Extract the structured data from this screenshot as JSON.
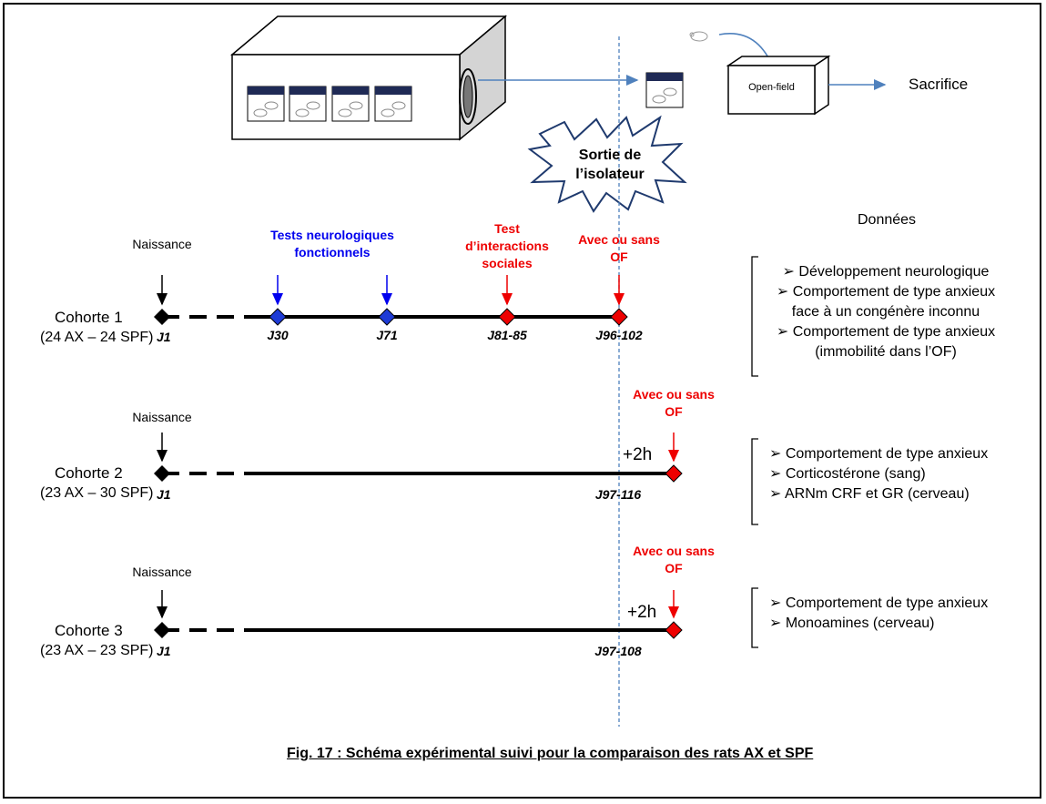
{
  "top": {
    "open_field_label": "Open-field",
    "sacrifice_label": "Sacrifice",
    "isolator_exit": [
      "Sortie de",
      "l’isolateur"
    ]
  },
  "data_header": "Données",
  "cohorts": [
    {
      "birth_label": "Naissance",
      "name": "Cohorte 1",
      "groups": "(24 AX – 24 SPF)",
      "start_day": "J1",
      "events": [
        {
          "label": [
            "Tests neurologiques",
            "fonctionnels"
          ],
          "color": "blue"
        },
        {
          "label": [
            "Test",
            "d’interactions",
            "sociales"
          ],
          "color": "red"
        },
        {
          "label": [
            "Avec ou sans",
            "OF"
          ],
          "color": "red"
        }
      ],
      "days": [
        "J30",
        "J71",
        "J81-85",
        "J96-102"
      ],
      "data": [
        "➢ Développement neurologique",
        "➢ Comportement de type anxieux",
        "face à un congénère inconnu",
        "➢ Comportement de type anxieux",
        "(immobilité dans l’OF)"
      ]
    },
    {
      "birth_label": "Naissance",
      "name": "Cohorte 2",
      "groups": "(23 AX – 30 SPF)",
      "start_day": "J1",
      "event_label": [
        "Avec ou sans",
        "OF"
      ],
      "offset": "+2h",
      "end_day": "J97-116",
      "data": [
        "➢ Comportement de type anxieux",
        "➢ Corticostérone (sang)",
        "➢ ARNm CRF et GR (cerveau)"
      ]
    },
    {
      "birth_label": "Naissance",
      "name": "Cohorte 3",
      "groups": "(23 AX – 23 SPF)",
      "start_day": "J1",
      "event_label": [
        "Avec ou sans",
        "OF"
      ],
      "offset": "+2h",
      "end_day": "J97-108",
      "data": [
        "➢ Comportement de type anxieux",
        "➢ Monoamines (cerveau)"
      ]
    }
  ],
  "caption": "Fig. 17 : Schéma expérimental suivi pour la comparaison des rats AX et SPF",
  "colors": {
    "blue": "#0000ee",
    "red": "#ee0000",
    "arrow_blue": "#4f81bd",
    "line": "#000000"
  }
}
